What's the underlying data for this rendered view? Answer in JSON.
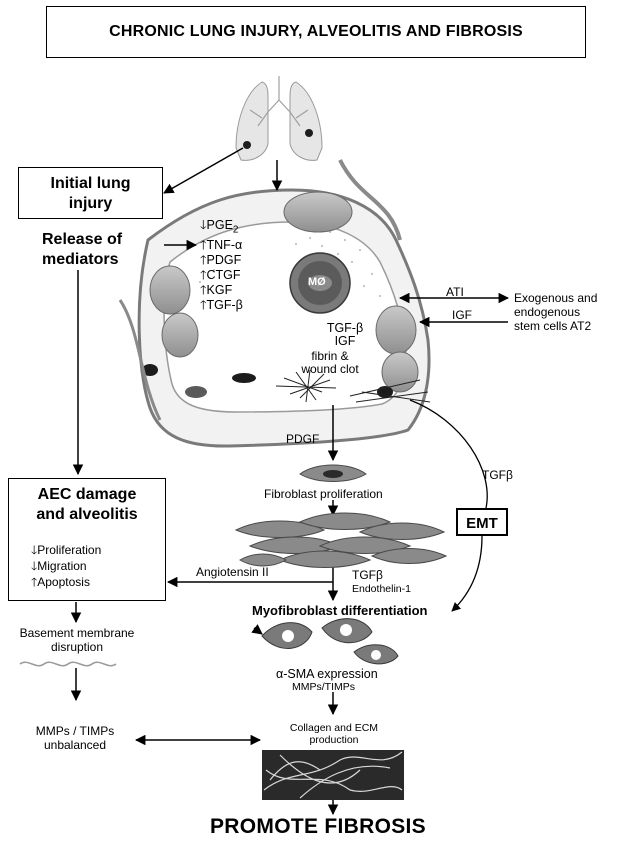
{
  "title": "CHRONIC LUNG INJURY, ALVEOLITIS AND FIBROSIS",
  "initial_injury": {
    "line1": "Initial lung",
    "line2": "injury"
  },
  "release": {
    "line1": "Release of",
    "line2": "mediators"
  },
  "mediators": [
    {
      "arrow": "down",
      "label": "PGE",
      "sub": "2"
    },
    {
      "arrow": "up",
      "label": "TNF-α"
    },
    {
      "arrow": "up",
      "label": "PDGF"
    },
    {
      "arrow": "up",
      "label": "CTGF"
    },
    {
      "arrow": "up",
      "label": "KGF"
    },
    {
      "arrow": "up",
      "label": "TGF-β"
    }
  ],
  "macrophage": "MØ",
  "alveolus_labels": {
    "tgfb_igf_line1": "TGF-β",
    "tgfb_igf_line2": "IGF",
    "fibrin_line1": "fibrin &",
    "fibrin_line2": "wound clot",
    "ati": "ATI",
    "igf": "IGF",
    "stem_line1": "Exogenous and",
    "stem_line2": "endogenous",
    "stem_line3": "stem cells AT2"
  },
  "pdgf": "PDGF",
  "fibroblast_proliferation": "Fibroblast proliferation",
  "tgfb_right": "TGFβ",
  "emt": "EMT",
  "aec": {
    "line1": "AEC damage",
    "line2": "and alveolitis",
    "items": [
      {
        "arrow": "down",
        "label": "Proliferation"
      },
      {
        "arrow": "down",
        "label": "Migration"
      },
      {
        "arrow": "up",
        "label": "Apoptosis"
      }
    ]
  },
  "angiotensin": "Angiotensin II",
  "tgfb_mid": "TGFβ",
  "endothelin": "Endothelin-1",
  "myofibroblast": "Myofibroblast differentiation",
  "basement_line1": "Basement membrane",
  "basement_line2": "disruption",
  "asma": "α-SMA expression",
  "mmps_timps_small": "MMPs/TIMPs",
  "mmps_unbalanced_line1": "MMPs / TIMPs",
  "mmps_unbalanced_line2": "unbalanced",
  "collagen_line1": "Collagen and ECM",
  "collagen_line2": "production",
  "final": "PROMOTE FIBROSIS"
}
